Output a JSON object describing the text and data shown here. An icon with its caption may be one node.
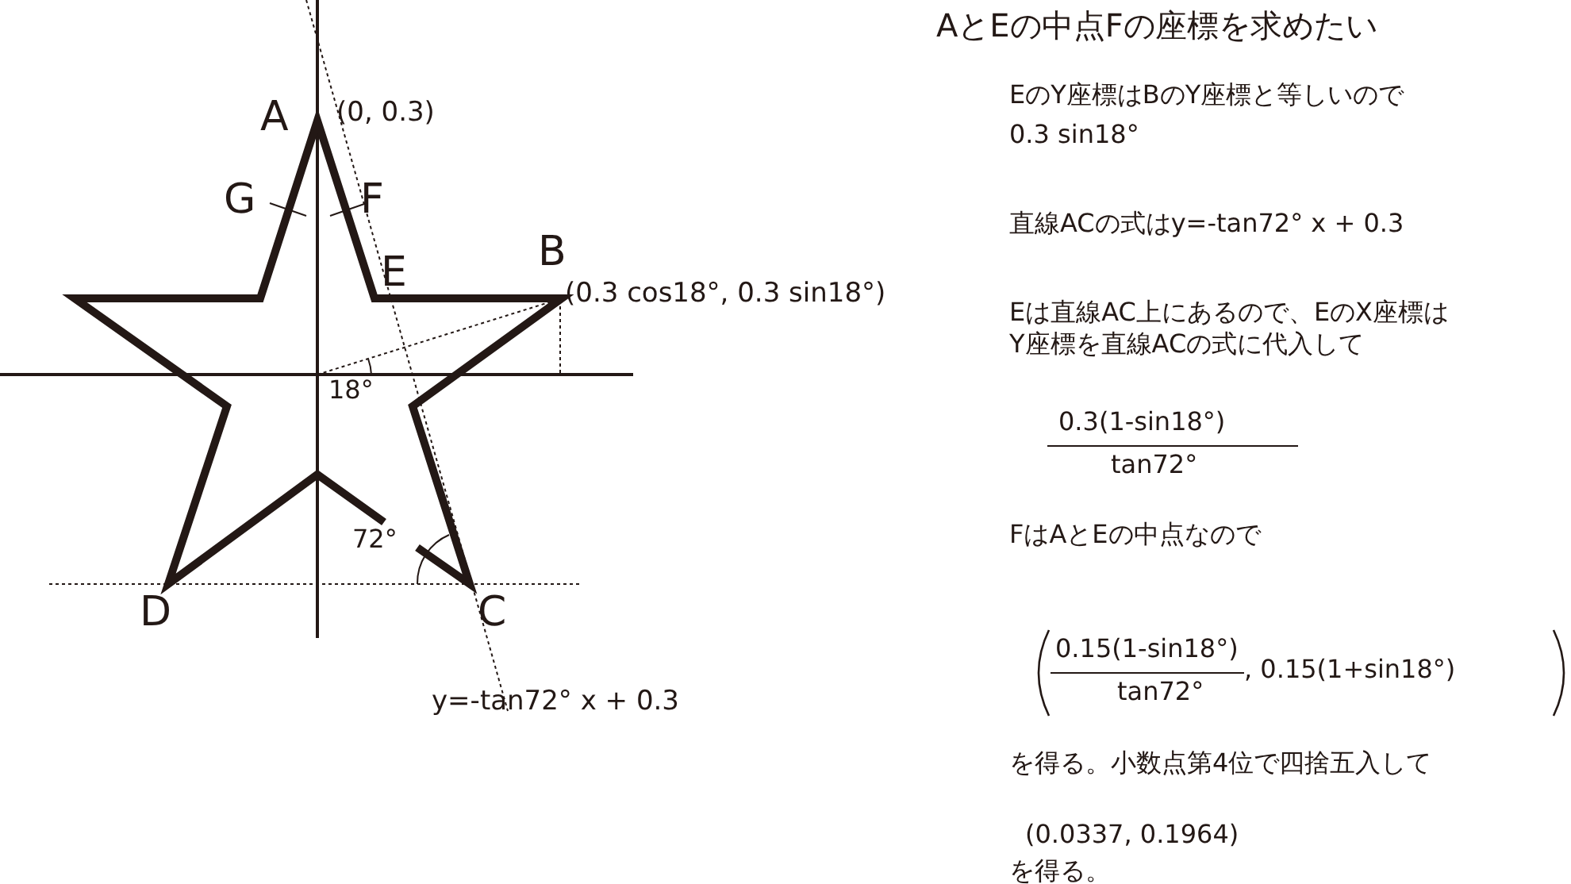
{
  "diagram": {
    "title": "AとEの中点Fの座標を求めたい",
    "labels": [
      "A",
      "(0, 0.3)",
      "G",
      "F",
      "E",
      "B",
      "(0.3 cos18°, 0.3 sin18°)",
      "18°",
      "72°",
      "D",
      "C",
      "y=-tan72° x + 0.3",
      "EのY座標はBのY座標と等しいので",
      "0.3 sin18°",
      "直線ACの式はy=-tan72° x + 0.3",
      "Eは直線AC上にあるので、EのX座標は",
      "Y座標を直線ACの式に代入して",
      "0.3(1-sin18°)",
      "tan72°",
      "FはAとEの中点なので",
      "0.15(1-sin18°)",
      "tan72°",
      ", 0.15(1+sin18°)",
      "を得る。小数点第4位で四捨五入して",
      "(0.0337, 0.1964)",
      "を得る。"
    ]
  }
}
